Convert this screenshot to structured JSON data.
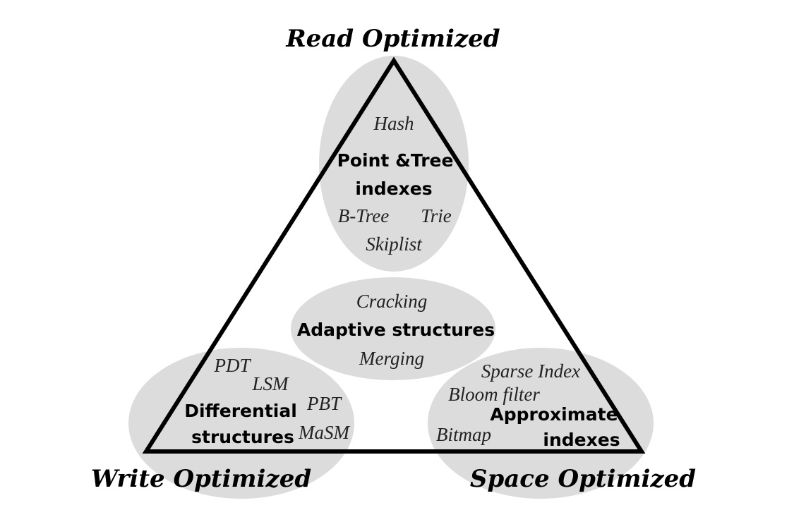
{
  "corners": {
    "read": "Read Optimized",
    "write": "Write Optimized",
    "space": "Space Optimized"
  },
  "groups": {
    "point_tree": {
      "title_line1": "Point &Tree",
      "title_line2": "indexes",
      "examples": [
        "Hash",
        "B-Tree",
        "Trie",
        "Skiplist"
      ]
    },
    "adaptive": {
      "title": "Adaptive structures",
      "examples": [
        "Cracking",
        "Merging"
      ]
    },
    "differential": {
      "title_line1": "Differential",
      "title_line2": "structures",
      "examples": [
        "PDT",
        "LSM",
        "PBT",
        "MaSM"
      ]
    },
    "approximate": {
      "title_line1": "Approximate",
      "title_line2": "indexes",
      "examples": [
        "Sparse Index",
        "Bloom filter",
        "Bitmap"
      ]
    }
  },
  "colors": {
    "ellipse_fill": "#dcdcdc",
    "triangle_stroke": "#000000"
  }
}
